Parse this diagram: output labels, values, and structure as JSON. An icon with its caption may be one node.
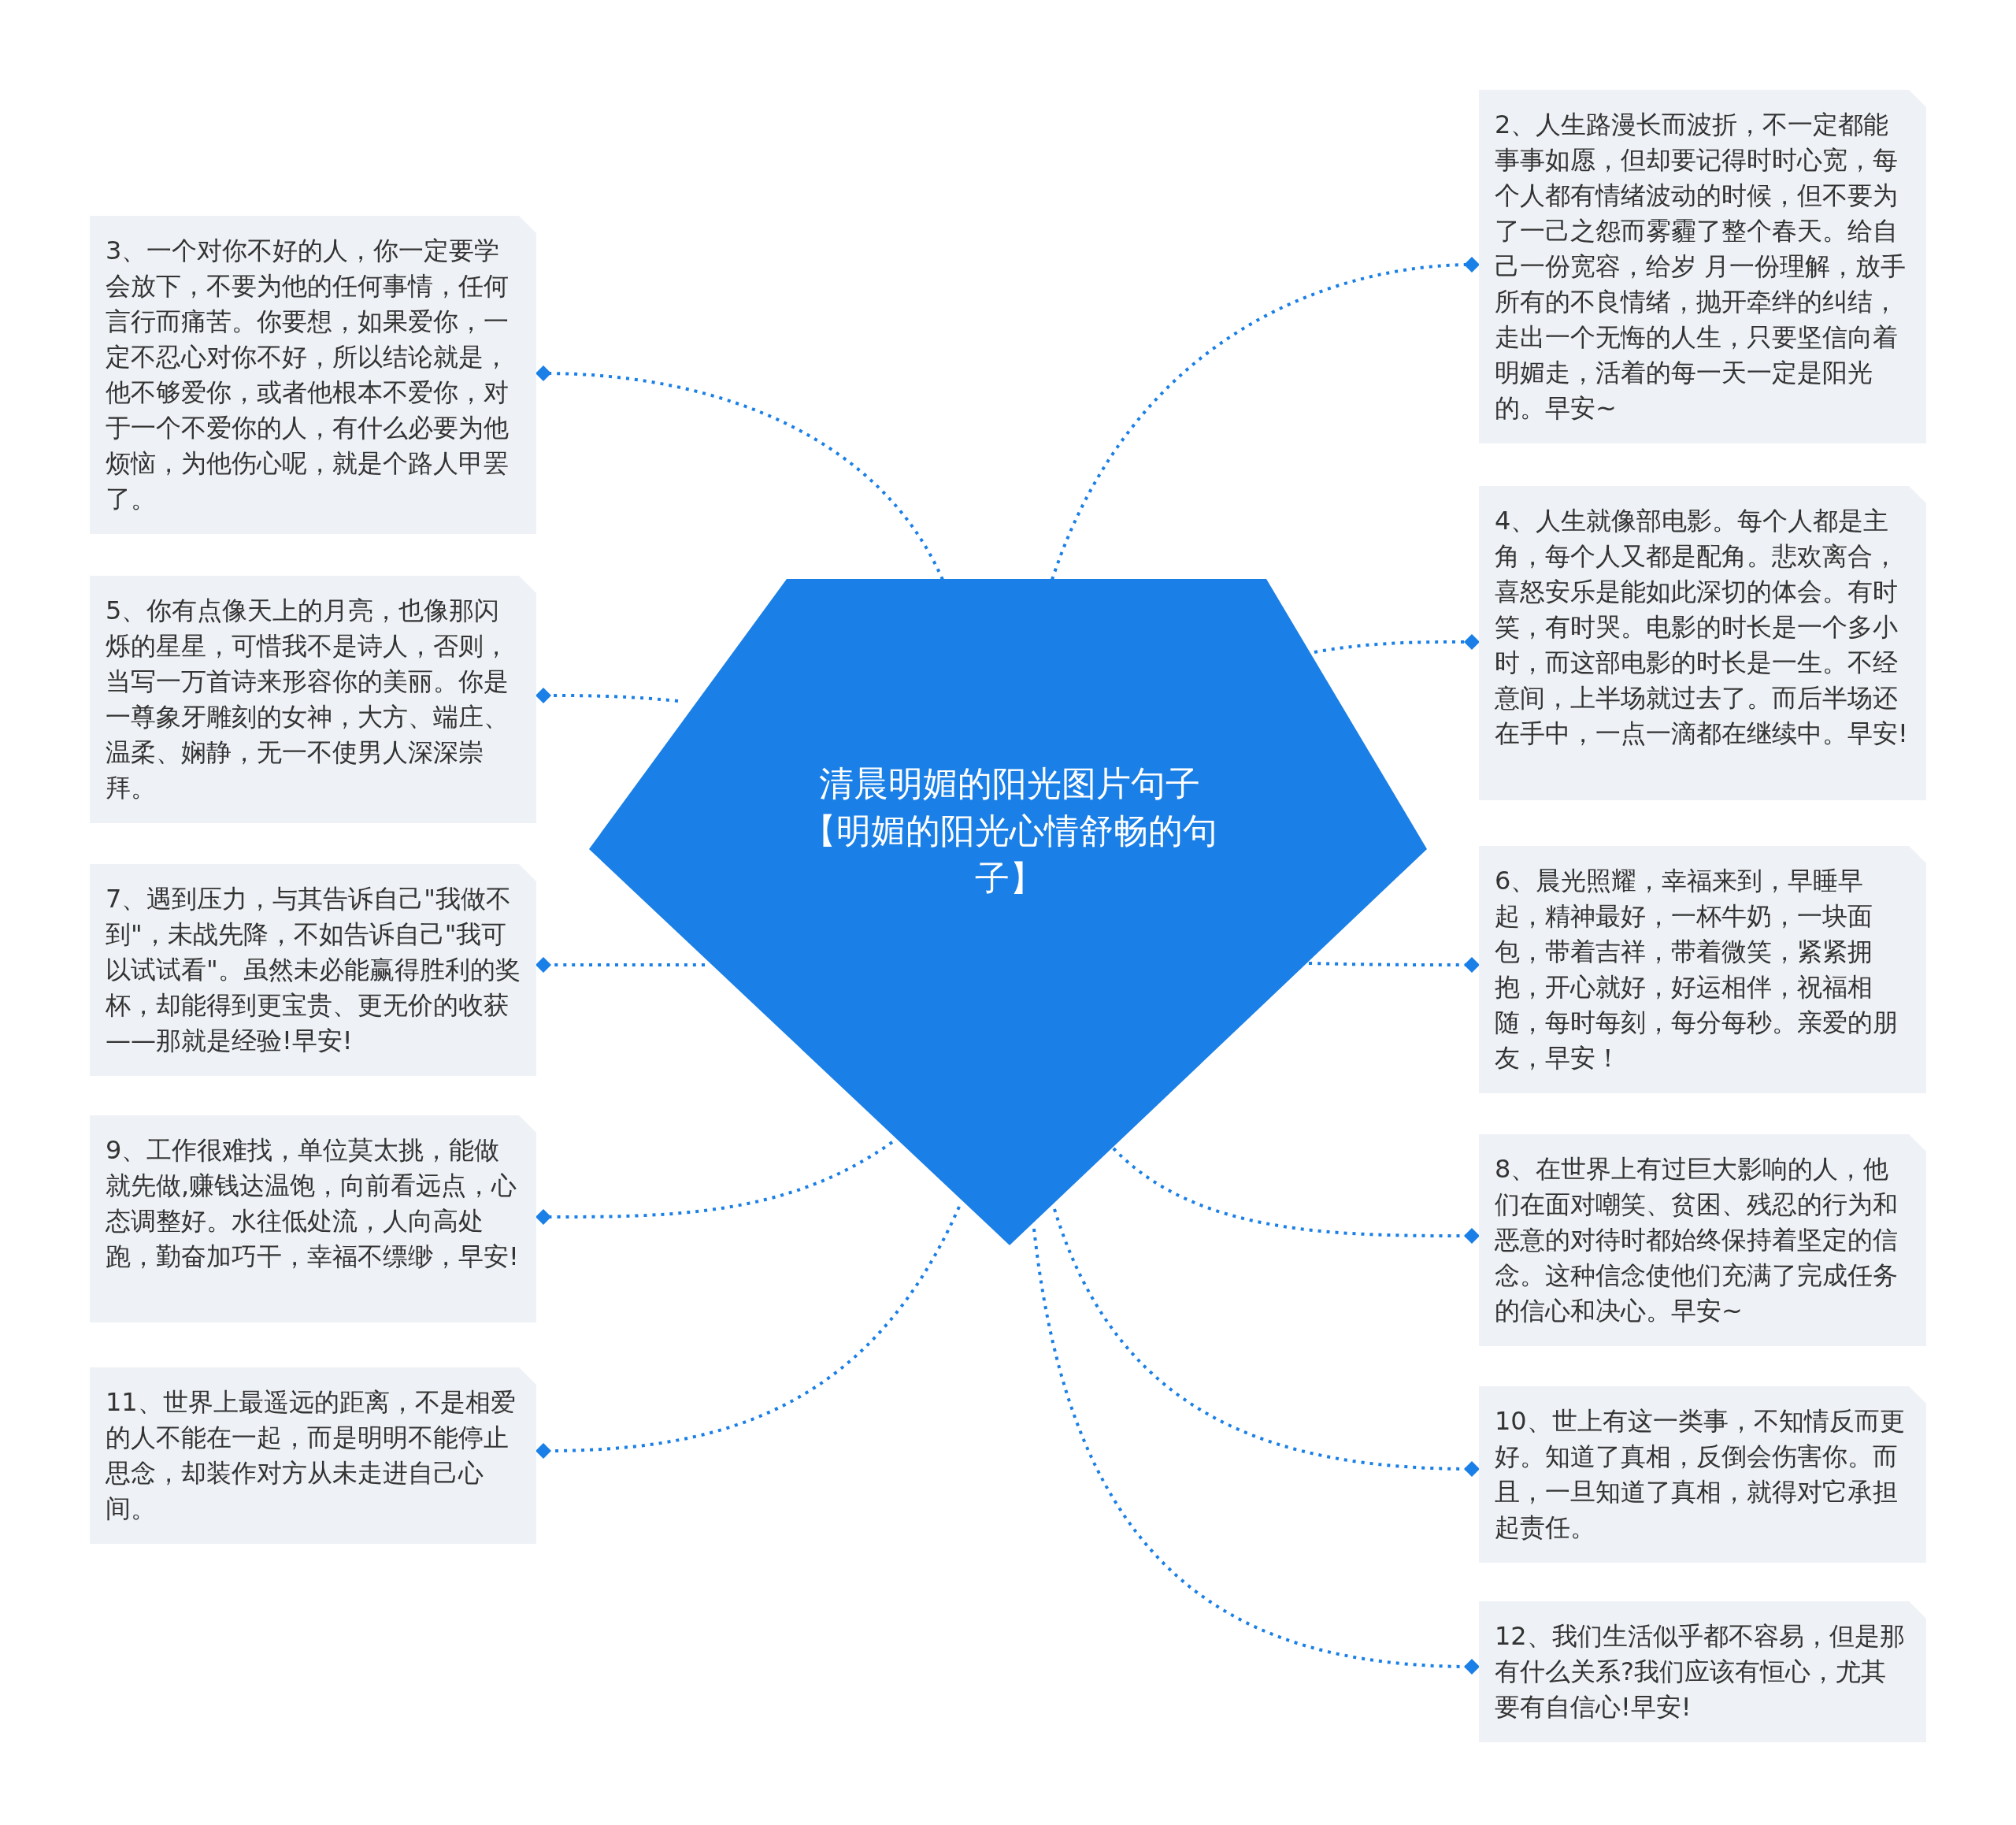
{
  "diagram": {
    "nodes": [
      {
        "text": [
          "清晨明媚的阳光图片句子【明媚的阳光心情舒畅的句子】"
        ]
      },
      {
        "text": [
          "2、人生路漫长而波折，不一定都能事事如愿，但却要记得时时心宽，每个人都有情绪波动的时候，但不要为了一己之怨而雾霾了整个春天。给自己一份宽容，给岁 月一份理解，放手所有的不良情绪，抛开牵绊的纠结，走出一个无悔的人生，只要坚信向着明媚走，活着的每一天一定是阳光的。早安~"
        ]
      },
      {
        "text": [
          "3、一个对你不好的人，你一定要学会放下，不要为他的任何事情，任何言行而痛苦。你要想，如果爱你，一定不忍心对你不好，所以结论就是，他不够爱你，或者他根本不爱你，对于一个不爱你的人，有什么必要为他烦恼，为他伤心呢，就是个路人甲罢了。"
        ]
      },
      {
        "text": [
          "4、人生就像部电影。每个人都是主角，每个人又都是配角。悲欢离合，喜怒安乐是能如此深切的体会。有时笑，有时哭。电影的时长是一个多小时，而这部电影的时长是一生。不经意间，上半场就过去了。而后半场还在手中，一点一滴都在继续中。早安!"
        ]
      },
      {
        "text": [
          "5、你有点像天上的月亮，也像那闪烁的星星，可惜我不是诗人，否则，当写一万首诗来形容你的美丽。你是一尊象牙雕刻的女神，大方、端庄、温柔、娴静，无一不使男人深深崇拜。"
        ]
      },
      {
        "text": [
          "6、晨光照耀，幸福来到，早睡早起，精神最好，一杯牛奶，一块面包，带着吉祥，带着微笑，紧紧拥抱，开心就好，好运相伴，祝福相随，每时每刻，每分每秒。亲爱的朋友，早安！"
        ]
      },
      {
        "text": [
          "7、遇到压力，与其告诉自己\"我做不到\"，未战先降，不如告诉自己\"我可以试试看\"。虽然未必能赢得胜利的奖杯，却能得到更宝贵、更无价的收获 ——那就是经验!早安!"
        ]
      },
      {
        "text": [
          "8、在世界上有过巨大影响的人，他们在面对嘲笑、贫困、残忍的行为和恶意的对待时都始终保持着坚定的信念。这种信念使他们充满了完成任务的信心和决心。早安~"
        ]
      },
      {
        "text": [
          "9、工作很难找，单位莫太挑，能做就先做,赚钱达温饱，向前看远点，心态调整好。水往低处流，人向高处跑，勤奋加巧干，幸福不缥缈，早安!"
        ]
      },
      {
        "text": [
          "10、世上有这一类事，不知情反而更好。知道了真相，反倒会伤害你。而且，一旦知道了真相，就得对它承担起责任。"
        ]
      },
      {
        "text": [
          "11、世界上最遥远的距离，不是相爱的人不能在一起，而是明明不能停止思念，却装作对方从未走进自己心间。"
        ]
      },
      {
        "text": [
          "12、我们生活似乎都不容易，但是那有什么关系?我们应该有恒心，尤其要有自信心!早安!"
        ]
      }
    ],
    "edges": [
      {
        "from": 0,
        "to": 1,
        "arrow": "other"
      },
      {
        "from": 0,
        "to": 2,
        "arrow": "other"
      },
      {
        "from": 0,
        "to": 3,
        "arrow": "other"
      },
      {
        "from": 0,
        "to": 4,
        "arrow": "other"
      },
      {
        "from": 0,
        "to": 5,
        "arrow": "other"
      },
      {
        "from": 0,
        "to": 6,
        "arrow": "other"
      },
      {
        "from": 0,
        "to": 7,
        "arrow": "other"
      },
      {
        "from": 0,
        "to": 8,
        "arrow": "other"
      },
      {
        "from": 0,
        "to": 9,
        "arrow": "other"
      },
      {
        "from": 0,
        "to": 10,
        "arrow": "other"
      },
      {
        "from": 0,
        "to": 11,
        "arrow": "other"
      }
    ]
  }
}
